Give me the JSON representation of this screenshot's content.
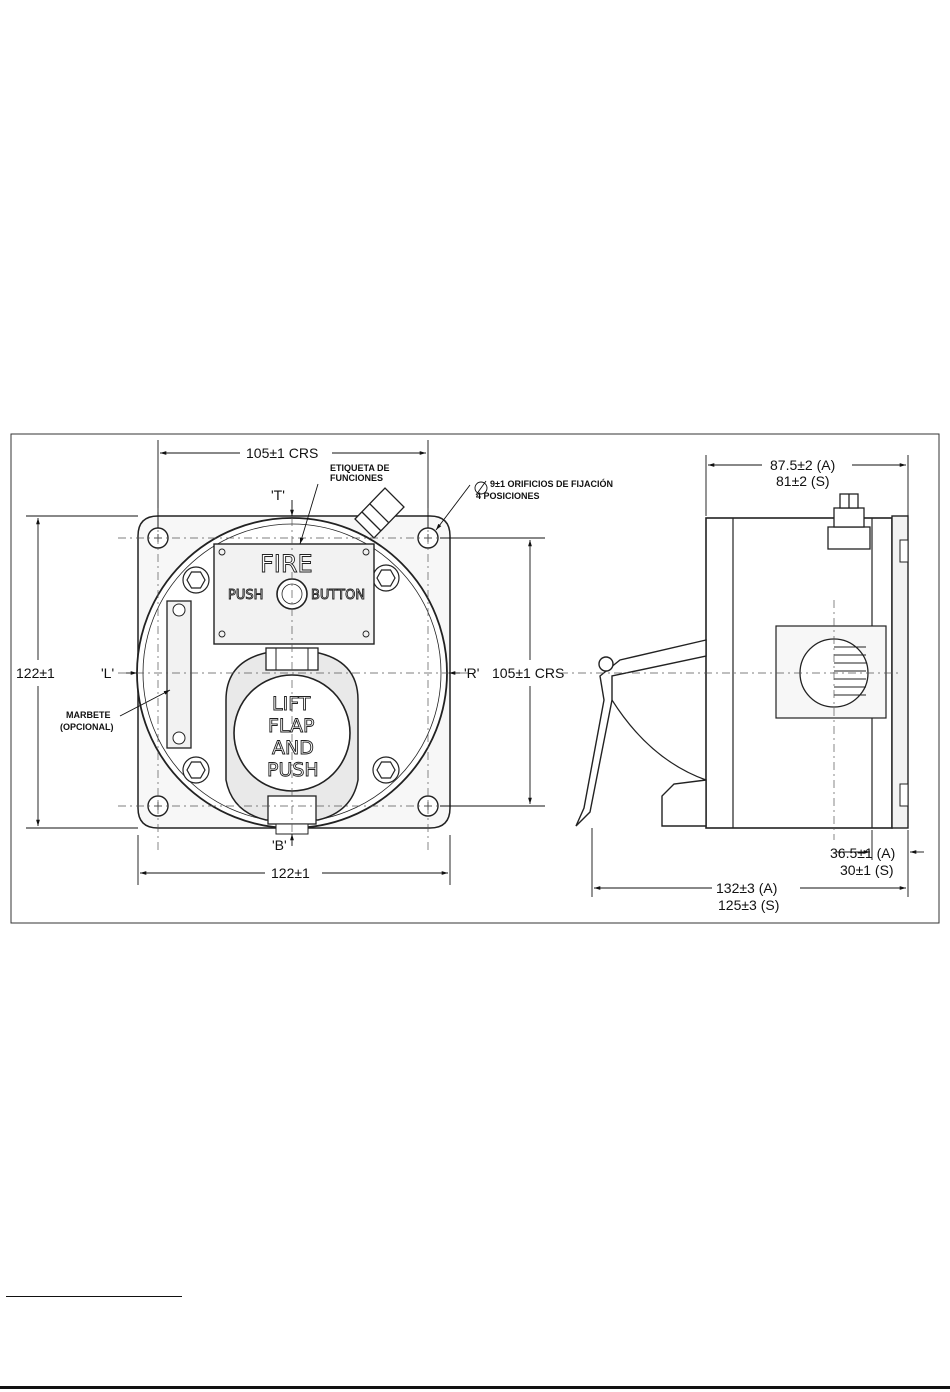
{
  "front_view": {
    "top_dim": "105±1 CRS",
    "etiqueta_line1": "ETIQUETA DE",
    "etiqueta_line2": "FUNCIONES",
    "hole_note_line1": "9±1 ORIFICIOS DE FIJACIÓN",
    "hole_note_line2": "4 POSICIONES",
    "label_top": "'T'",
    "label_left": "'L'",
    "label_right": "'R'",
    "label_bottom": "'B'",
    "left_dim": "122±1",
    "right_dim": "105±1 CRS",
    "bottom_dim": "122±1",
    "marbete_line1": "MARBETE",
    "marbete_line2": "(OPCIONAL)",
    "plate_title": "FIRE",
    "plate_push": "PUSH",
    "plate_button": "BUTTON",
    "flap_line1": "LIFT",
    "flap_line2": "FLAP",
    "flap_line3": "AND",
    "flap_line4": "PUSH"
  },
  "side_view": {
    "top_dim_a": "87.5±2  (A)",
    "top_dim_s": "81±2  (S)",
    "right_dim_a": "36.5±1  (A)",
    "right_dim_s": "30±1  (S)",
    "bottom_dim_a": "132±3  (A)",
    "bottom_dim_s": "125±3  (S)"
  }
}
